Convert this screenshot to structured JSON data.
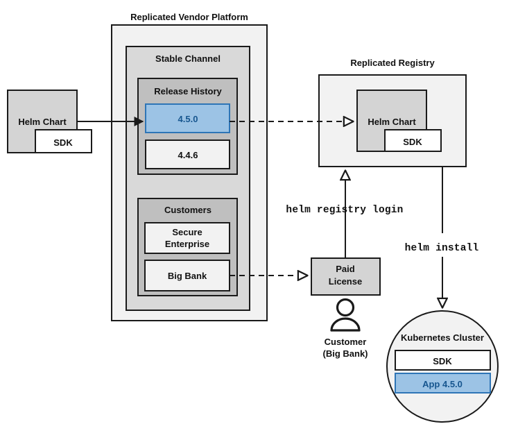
{
  "diagram": {
    "title_vendor_platform": "Replicated Vendor Platform",
    "title_registry": "Replicated Registry",
    "source": {
      "helm_chart_label": "Helm Chart",
      "sdk_label": "SDK"
    },
    "vendor_platform": {
      "stable_channel_label": "Stable Channel",
      "release_history": {
        "label": "Release History",
        "releases": [
          {
            "version": "4.5.0",
            "highlighted": true
          },
          {
            "version": "4.4.6",
            "highlighted": false
          }
        ]
      },
      "customers": {
        "label": "Customers",
        "items": [
          {
            "name": "Secure Enterprise"
          },
          {
            "name": "Big Bank"
          }
        ]
      }
    },
    "registry": {
      "helm_chart_label": "Helm Chart",
      "sdk_label": "SDK"
    },
    "license": {
      "label_line1": "Paid",
      "label_line2": "License"
    },
    "customer_actor": {
      "label_line1": "Customer",
      "label_line2": "(Big Bank)",
      "icon": "person-icon"
    },
    "cluster": {
      "label": "Kubernetes Cluster",
      "items": [
        {
          "name": "SDK",
          "highlighted": false
        },
        {
          "name": "App 4.5.0",
          "highlighted": true
        }
      ]
    },
    "commands": {
      "registry_login": "helm registry login",
      "install": "helm install"
    },
    "colors": {
      "highlight_fill": "#9cc3e5",
      "highlight_stroke": "#2e75b6",
      "highlight_text": "#17568f",
      "outer_fill": "#f2f2f2",
      "mid_fill": "#d9d9d9",
      "inner_fill": "#bfbfbf",
      "stroke": "#1a1a1a"
    }
  }
}
